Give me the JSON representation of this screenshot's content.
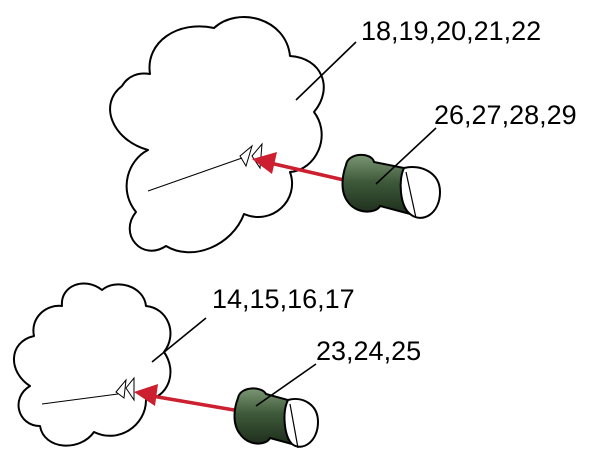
{
  "labels": {
    "upper_target": "18,19,20,21,22",
    "upper_device": "26,27,28,29",
    "lower_target": "14,15,16,17",
    "lower_device": "23,24,25"
  },
  "colors": {
    "arrow": "#cc1f2f",
    "device_body": "#3e5a3a",
    "outline": "#000000",
    "background": "#ffffff"
  },
  "icons": {
    "target_shape": "cloud-outline",
    "device": "capsule-device",
    "marker": "triangle-pair"
  }
}
